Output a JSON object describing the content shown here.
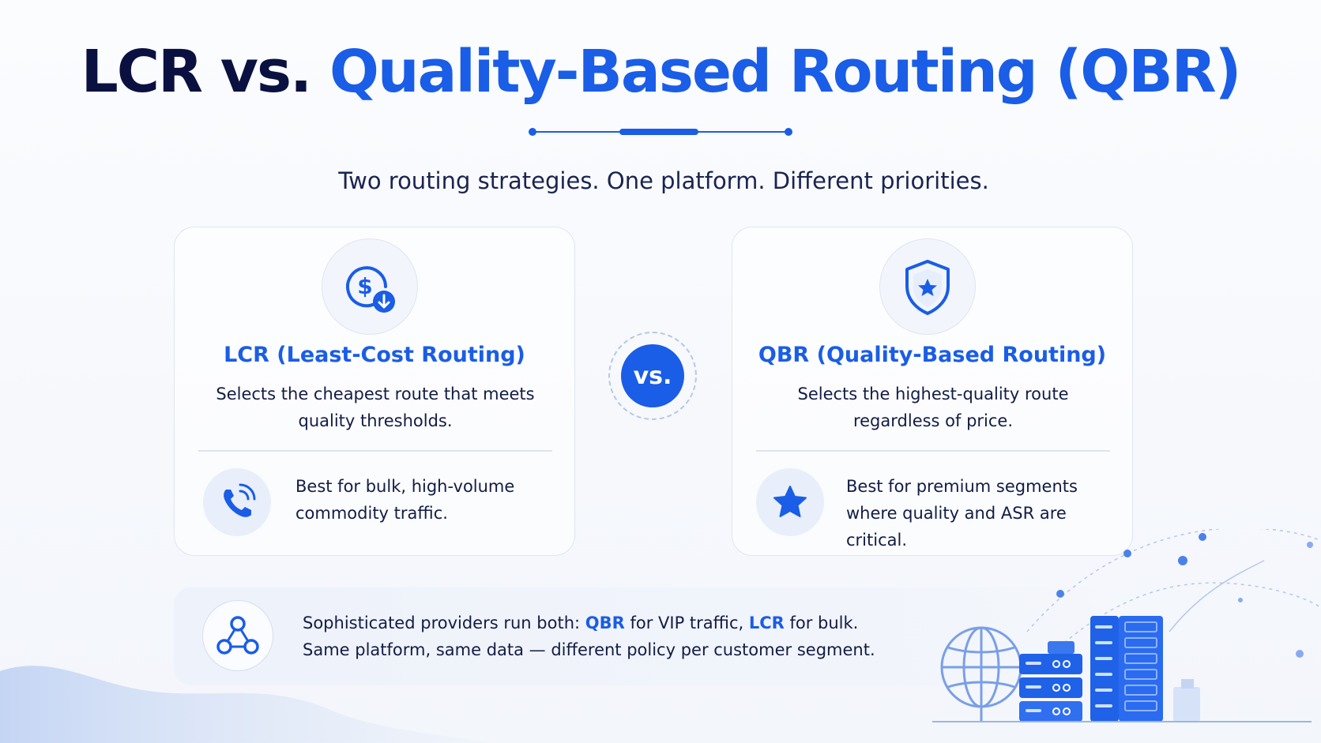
{
  "header": {
    "title_part1": "LCR vs.",
    "title_part2": "Quality-Based Routing (QBR)",
    "subtitle": "Two routing strategies. One platform. Different priorities."
  },
  "cards": [
    {
      "icon": "dollar-down-icon",
      "title": "LCR (Least-Cost Routing)",
      "description": "Selects the cheapest route that meets quality thresholds.",
      "badge_icon": "phone-icon",
      "note": "Best for bulk, high-volume commodity traffic."
    },
    {
      "icon": "shield-star-icon",
      "title": "QBR (Quality-Based Routing)",
      "description": "Selects the highest-quality route regardless of price.",
      "badge_icon": "star-icon",
      "note": "Best for premium segments where quality and ASR are critical."
    }
  ],
  "vs_label": "vs.",
  "bottom": {
    "icon": "network-icon",
    "line1_prefix": "Sophisticated providers run both: ",
    "line1_qbr": "QBR",
    "line1_mid": " for VIP traffic, ",
    "line1_lcr": "LCR",
    "line1_suffix": " for bulk.",
    "line2": "Same platform, same data — different policy per customer segment."
  },
  "colors": {
    "accent": "#1a5de6",
    "title_dark": "#0a1140",
    "text": "#141c44"
  }
}
